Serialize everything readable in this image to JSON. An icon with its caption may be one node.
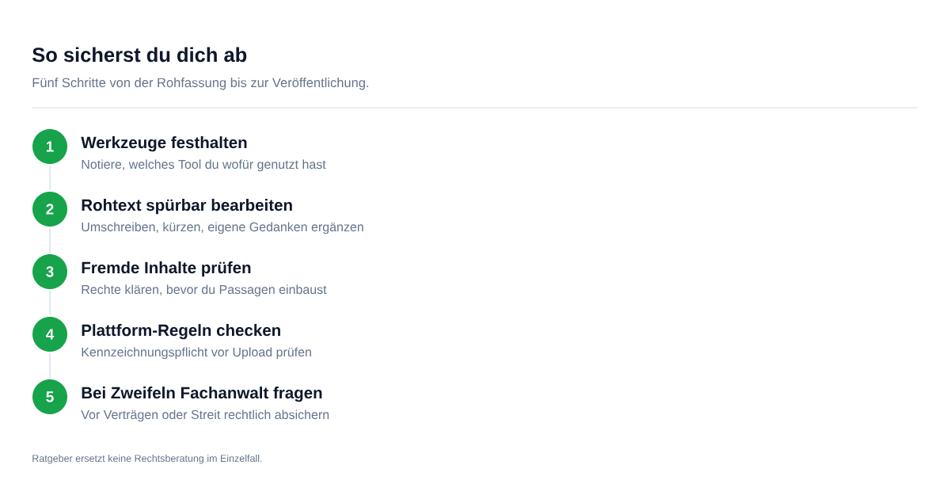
{
  "diagram": {
    "title": "So sicherst du dich ab",
    "nodes": [
      {
        "text": [
          "1"
        ],
        "beside": [
          "Werkzeuge festhalten",
          "Notiere, welches Tool du wofür genutzt hast"
        ]
      },
      {
        "text": [
          "2"
        ],
        "beside": [
          "Rohtext spürbar bearbeiten",
          "Umschreiben, kürzen, eigene Gedanken ergänzen"
        ]
      },
      {
        "text": [
          "3"
        ],
        "beside": [
          "Fremde Inhalte prüfen",
          "Rechte klären, bevor du Passagen einbaust"
        ]
      },
      {
        "text": [
          "4"
        ],
        "beside": [
          "Plattform-Regeln checken",
          "Kennzeichnungspflicht vor Upload prüfen"
        ]
      },
      {
        "text": [
          "5"
        ],
        "beside": [
          "Bei Zweifeln Fachanwalt fragen",
          "Vor Verträgen oder Streit rechtlich absichern"
        ]
      }
    ],
    "edges": [
      {
        "from": 0,
        "to": 1,
        "arrow": "none"
      },
      {
        "from": 1,
        "to": 2,
        "arrow": "none"
      },
      {
        "from": 2,
        "to": 3,
        "arrow": "none"
      },
      {
        "from": 3,
        "to": 4,
        "arrow": "none"
      }
    ],
    "labels": [
      "Fünf Schritte von der Rohfassung bis zur Veröffentlichung.",
      "Ratgeber ersetzt keine Rechtsberatung im Einzelfall."
    ]
  }
}
